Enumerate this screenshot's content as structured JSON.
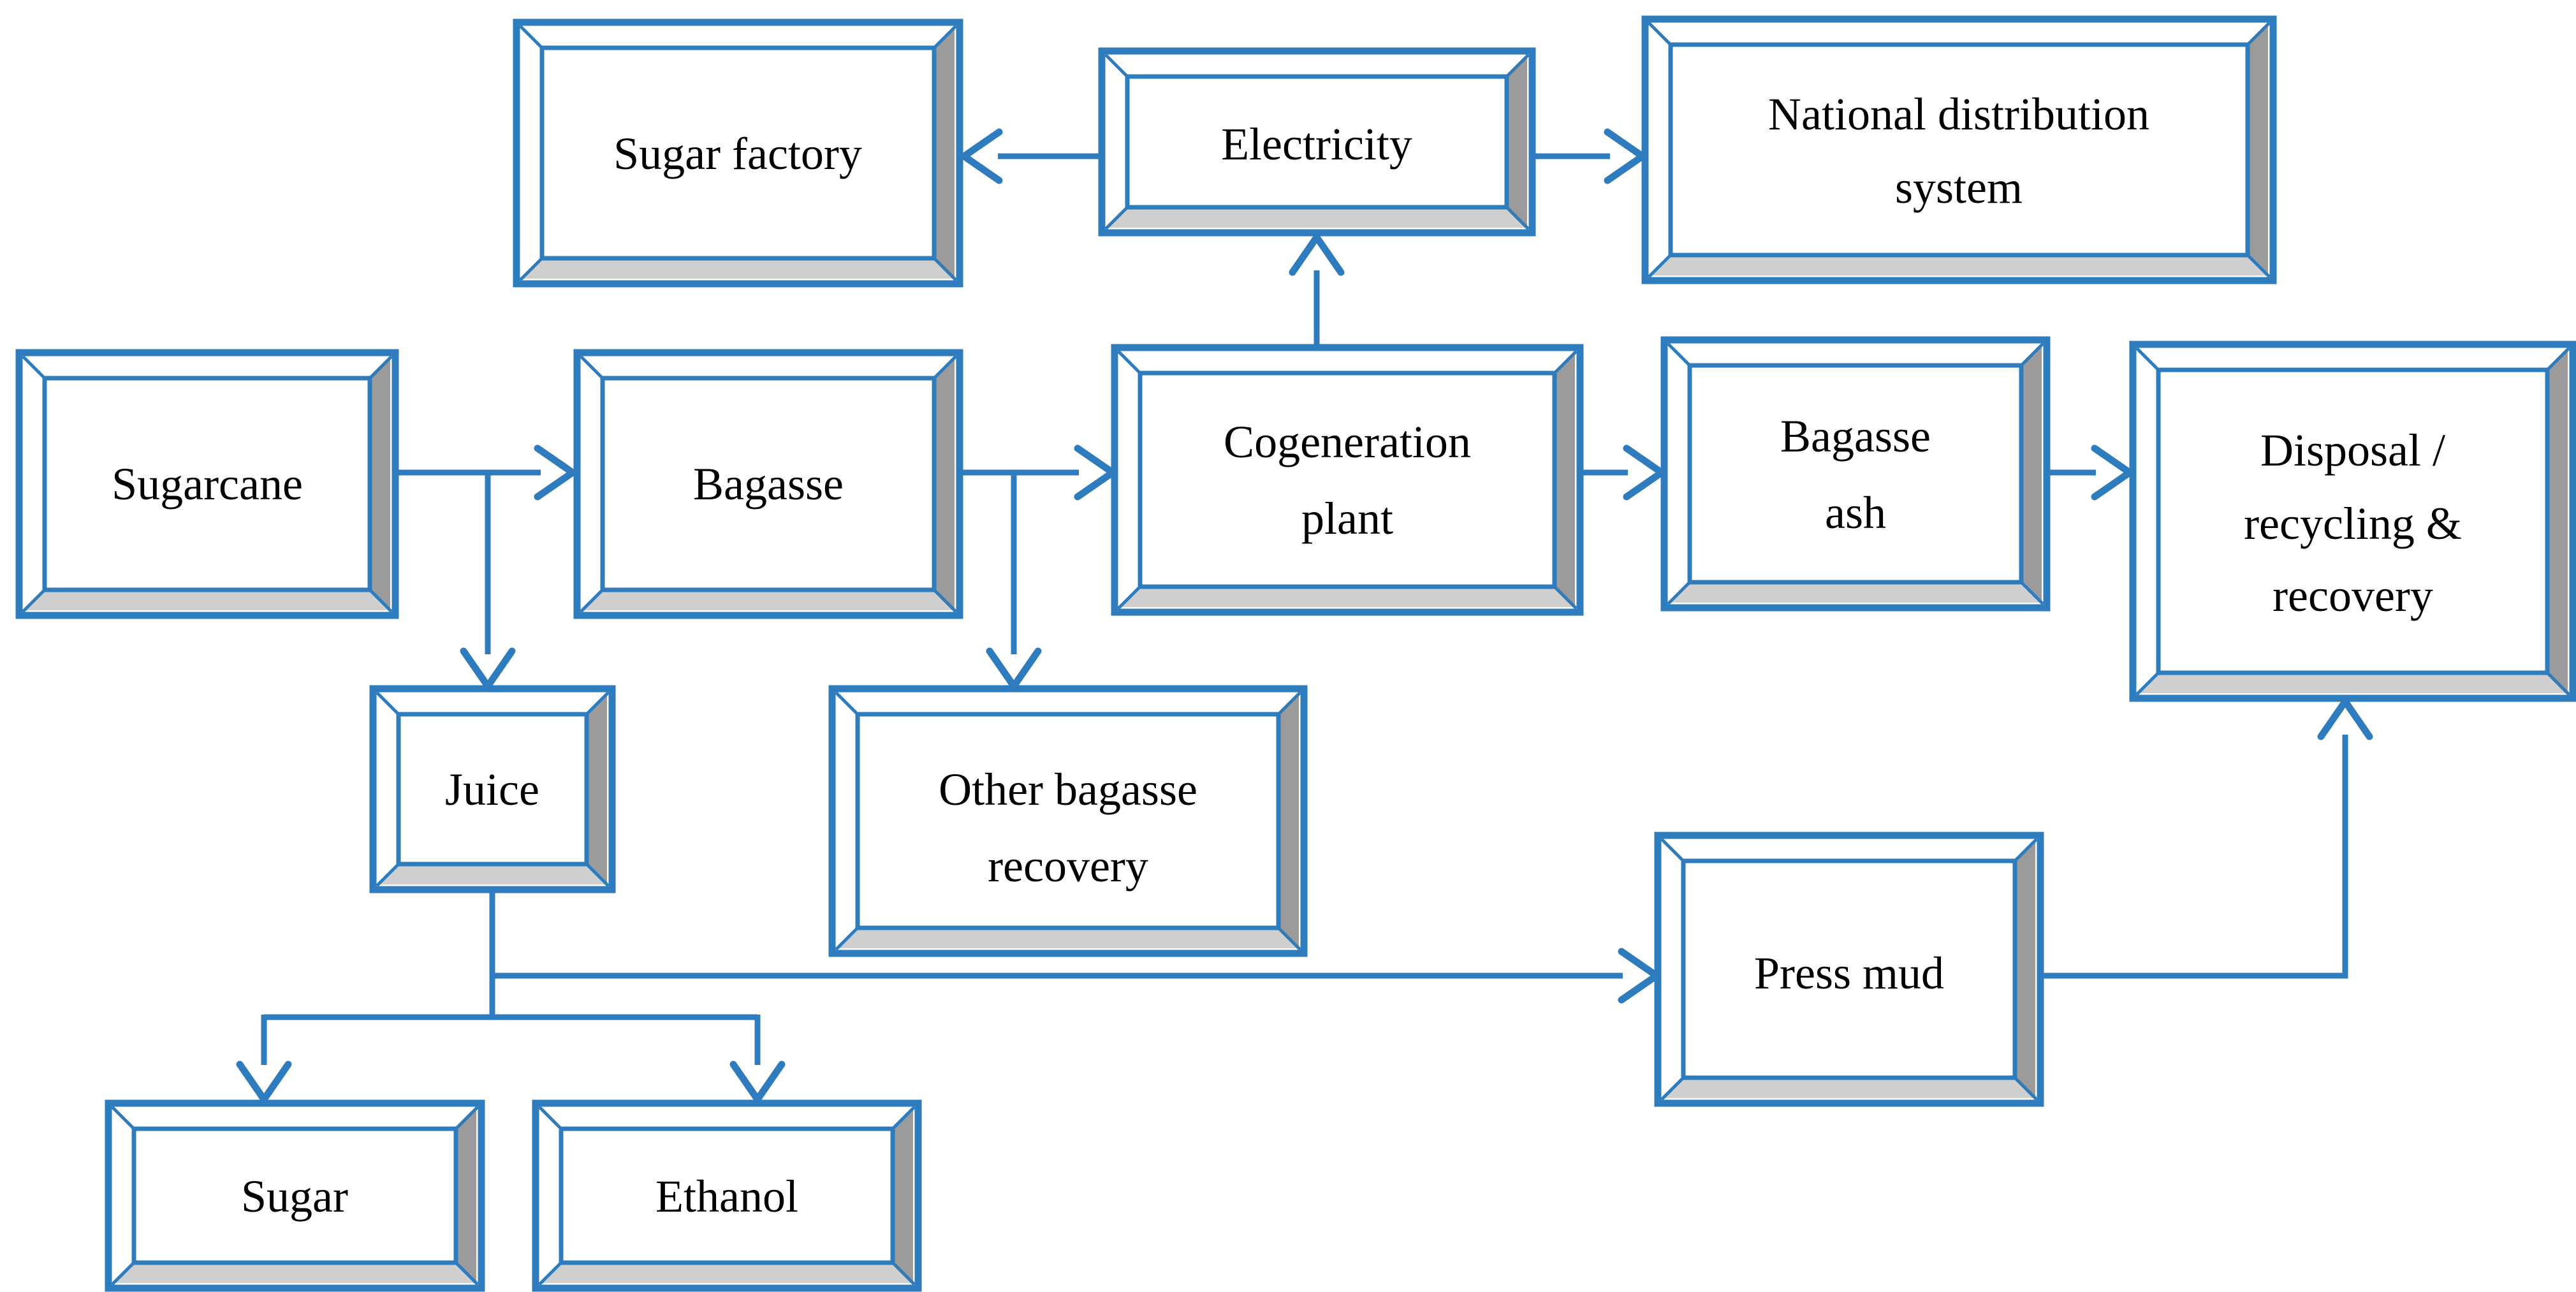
{
  "diagram": {
    "type": "flowchart",
    "subject": "Sugarcane byproduct and cogeneration flow",
    "background_color": "#ffffff",
    "accent_color": "#2e7cbe",
    "shadow_dark_color": "#9b9b9b",
    "shadow_light_color": "#cfcfcf",
    "text_color": "#000000"
  },
  "nodes": {
    "sugar_factory": {
      "label": "Sugar factory",
      "lines": [
        "Sugar factory"
      ]
    },
    "electricity": {
      "label": "Electricity",
      "lines": [
        "Electricity"
      ]
    },
    "national_distribution": {
      "label": "National distribution system",
      "lines": [
        "National distribution",
        "system"
      ]
    },
    "sugarcane": {
      "label": "Sugarcane",
      "lines": [
        "Sugarcane"
      ]
    },
    "bagasse": {
      "label": "Bagasse",
      "lines": [
        "Bagasse"
      ]
    },
    "cogeneration": {
      "label": "Cogeneration plant",
      "lines": [
        "Cogeneration",
        "plant"
      ]
    },
    "bagasse_ash": {
      "label": "Bagasse ash",
      "lines": [
        "Bagasse",
        "ash"
      ]
    },
    "disposal": {
      "label": "Disposal / recycling & recovery",
      "lines": [
        "Disposal /",
        "recycling &",
        "recovery"
      ]
    },
    "juice": {
      "label": "Juice",
      "lines": [
        "Juice"
      ]
    },
    "other_bagasse": {
      "label": "Other bagasse recovery",
      "lines": [
        "Other bagasse",
        "recovery"
      ]
    },
    "press_mud": {
      "label": "Press mud",
      "lines": [
        "Press mud"
      ]
    },
    "sugar": {
      "label": "Sugar",
      "lines": [
        "Sugar"
      ]
    },
    "ethanol": {
      "label": "Ethanol",
      "lines": [
        "Ethanol"
      ]
    }
  },
  "edges": [
    {
      "from": "electricity",
      "to": "sugar_factory",
      "direction": "left"
    },
    {
      "from": "electricity",
      "to": "national_distribution",
      "direction": "right"
    },
    {
      "from": "cogeneration",
      "to": "electricity",
      "direction": "up"
    },
    {
      "from": "sugarcane",
      "to": "bagasse",
      "direction": "right"
    },
    {
      "from": "sugarcane",
      "to": "juice",
      "direction": "down"
    },
    {
      "from": "bagasse",
      "to": "cogeneration",
      "direction": "right"
    },
    {
      "from": "bagasse",
      "to": "other_bagasse",
      "direction": "down"
    },
    {
      "from": "cogeneration",
      "to": "bagasse_ash",
      "direction": "right"
    },
    {
      "from": "bagasse_ash",
      "to": "disposal",
      "direction": "right"
    },
    {
      "from": "juice",
      "to": "sugar",
      "direction": "down"
    },
    {
      "from": "juice",
      "to": "ethanol",
      "direction": "down"
    },
    {
      "from": "juice",
      "to": "press_mud",
      "direction": "right"
    },
    {
      "from": "press_mud",
      "to": "disposal",
      "direction": "up"
    }
  ]
}
